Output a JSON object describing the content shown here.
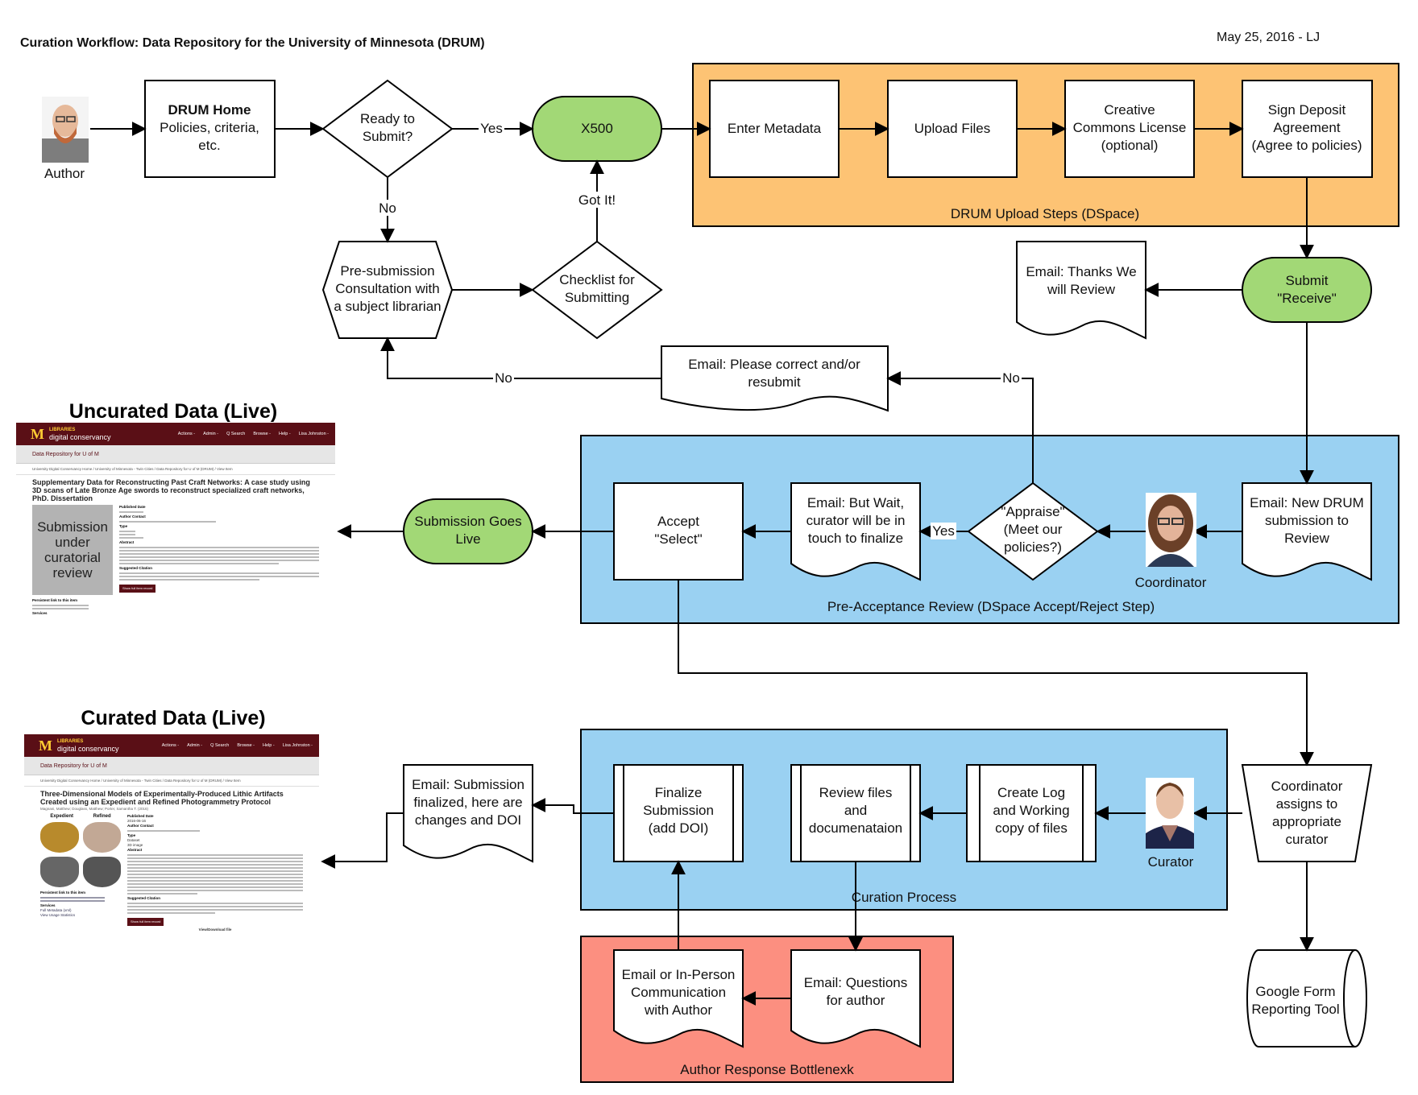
{
  "header": {
    "title": "Curation Workflow: Data Repository for the University of Minnesota (DRUM)",
    "date_author": "May 25, 2016 - LJ"
  },
  "colors": {
    "upload_group": "#fdc374",
    "review_group": "#9ad1f2",
    "bottleneck_group": "#fc8f80",
    "terminal": "#a2d876",
    "stroke": "#000000",
    "repo_header": "#5a0f16",
    "repo_gold": "#ffcc33"
  },
  "actors": {
    "author": "Author",
    "coordinator": "Coordinator",
    "curator": "Curator"
  },
  "nodes": {
    "drum_home_title": "DRUM Home",
    "drum_home_l1": "Policies, criteria,",
    "drum_home_l2": "etc.",
    "ready_l1": "Ready to",
    "ready_l2": "Submit?",
    "x500": "X500",
    "presub_l1": "Pre-submission",
    "presub_l2": "Consultation with",
    "presub_l3": "a subject librarian",
    "checklist_l1": "Checklist for",
    "checklist_l2": "Submitting",
    "enter_metadata": "Enter Metadata",
    "upload_files": "Upload Files",
    "cc_l1": "Creative",
    "cc_l2": "Commons License",
    "cc_l3": "(optional)",
    "sign_l1": "Sign Deposit",
    "sign_l2": "Agreement",
    "sign_l3": "(Agree to policies)",
    "submit_l1": "Submit",
    "submit_l2": "\"Receive\"",
    "thanks_l1": "Email: Thanks We",
    "thanks_l2": "will Review",
    "correct_l1": "Email: Please correct and/or",
    "correct_l2": "resubmit",
    "new_drum_l1": "Email: New DRUM",
    "new_drum_l2": "submission to",
    "new_drum_l3": "Review",
    "appraise_l1": "\"Appraise\"",
    "appraise_l2": "(Meet our",
    "appraise_l3": "policies?)",
    "butwait_l1": "Email: But Wait,",
    "butwait_l2": "curator will be in",
    "butwait_l3": "touch to finalize",
    "accept_l1": "Accept",
    "accept_l2": "\"Select\"",
    "goes_live_l1": "Submission Goes",
    "goes_live_l2": "Live",
    "assign_l1": "Coordinator",
    "assign_l2": "assigns to",
    "assign_l3": "appropriate",
    "assign_l4": "curator",
    "create_log_l1": "Create Log",
    "create_log_l2": "and Working",
    "create_log_l3": "copy of files",
    "review_files_l1": "Review files",
    "review_files_l2": "and",
    "review_files_l3": "documenataion",
    "finalize_l1": "Finalize",
    "finalize_l2": "Submission",
    "finalize_l3": "(add DOI)",
    "finalized_email_l1": "Email: Submission",
    "finalized_email_l2": "finalized, here are",
    "finalized_email_l3": "changes and DOI",
    "questions_l1": "Email: Questions",
    "questions_l2": "for author",
    "comm_l1": "Email or In-Person",
    "comm_l2": "Communication",
    "comm_l3": "with Author",
    "google_l1": "Google Form",
    "google_l2": "Reporting Tool"
  },
  "edge_labels": {
    "yes_ready": "Yes",
    "no_ready": "No",
    "got_it": "Got It!",
    "no_resubmit_left": "No",
    "no_appraise": "No",
    "yes_appraise": "Yes"
  },
  "groups": {
    "upload": "DRUM Upload Steps (DSpace)",
    "pre_acceptance": "Pre-Acceptance Review (DSpace Accept/Reject Step)",
    "curation": "Curation Process",
    "bottleneck": "Author Response Bottlenexk"
  },
  "sections": {
    "uncurated": "Uncurated Data (Live)",
    "curated": "Curated Data (Live)"
  },
  "uncurated_page": {
    "brand_top": "LIBRARIES",
    "brand": "digital conservancy",
    "nav": [
      "Actions -",
      "Admin -",
      "Q Search",
      "Browse -",
      "Help -",
      "Lisa Johnston -"
    ],
    "collection": "Data Repository for U of M",
    "breadcrumb": "University Digital Conservancy Home / University of Minnesota - Twin Cities / Data Repository for U of M (DRUM) / View Item",
    "item_title": "Supplementary Data for Reconstructing Past Craft Networks: A case study using 3D scans of Late Bronze Age swords to reconstruct specialized craft networks, PhD. Dissertation",
    "placeholder": "Submission under curatorial review",
    "meta_published": "Published Date",
    "meta_contact": "Author Contact",
    "meta_type": "Type",
    "meta_abstract": "Abstract",
    "meta_citation": "Suggested Citation",
    "persistent": "Persistent link to this item",
    "services": "Services",
    "button": "Show full item record"
  },
  "curated_page": {
    "brand_top": "LIBRARIES",
    "brand": "digital conservancy",
    "nav": [
      "Actions -",
      "Admin -",
      "Q Search",
      "Browse -",
      "Help -",
      "Lisa Johnston -"
    ],
    "collection": "Data Repository for U of M",
    "breadcrumb": "University Digital Conservancy Home / University of Minnesota - Twin Cities / Data Repository for U of M (DRUM) / View Item",
    "item_title": "Three-Dimensional Models of Experimentally-Produced Lithic Artifacts Created using an Expedient and Refined Photogrammetry Protocol",
    "authors": "Magnani, Matthew; Douglass, Matthew; Porter, Samantha T. (2016)",
    "col_expedient": "Expedient",
    "col_refined": "Refined",
    "meta_published": "Published Date",
    "meta_published_val": "2016-06-16",
    "meta_contact": "Author Contact",
    "meta_type": "Type",
    "meta_type_val1": "Dataset",
    "meta_type_val2": "3D image",
    "meta_abstract": "Abstract",
    "meta_citation": "Suggested Citation",
    "persistent": "Persistent link to this item",
    "services": "Services",
    "service1": "Full Metadata (xml)",
    "service2": "View Usage Statistics",
    "button": "Show full item record",
    "download": "View/Download file"
  }
}
